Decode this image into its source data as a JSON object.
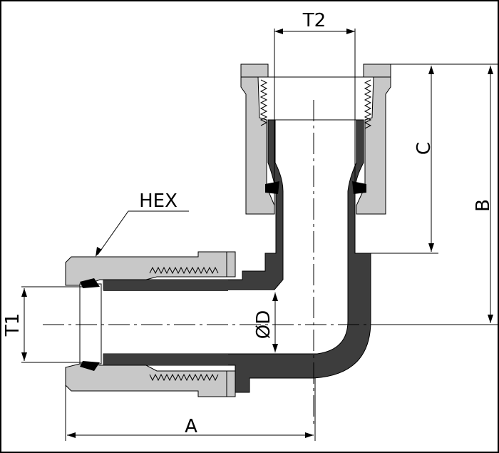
{
  "labels": {
    "hex": "HEX",
    "t1": "T1",
    "t2": "T2",
    "a": "A",
    "b": "B",
    "c": "C",
    "diameter": "ØD"
  },
  "colors": {
    "nut": "#c8c8c8",
    "body": "#3d3d3d",
    "seal": "#000000",
    "line": "#000000",
    "background": "#ffffff"
  }
}
